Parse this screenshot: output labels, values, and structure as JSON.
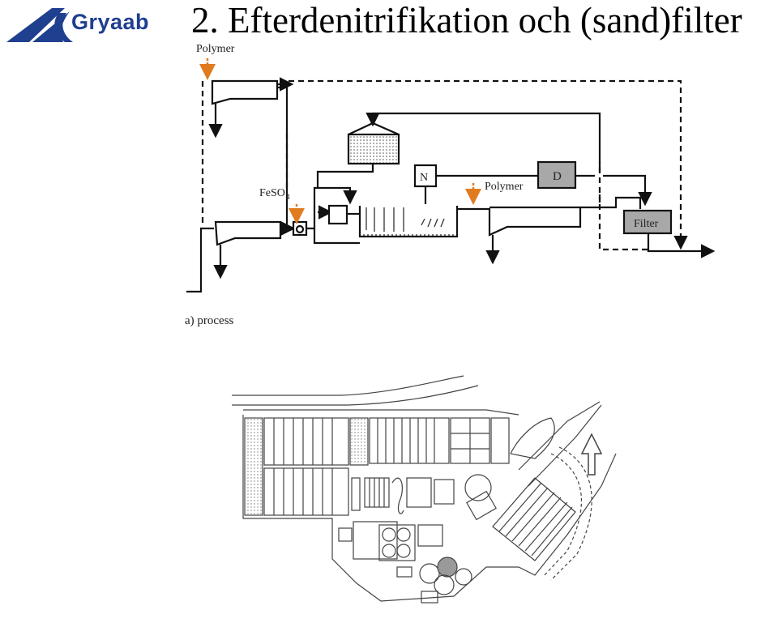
{
  "header": {
    "logo_text": "Gryaab",
    "title": "2. Efterdenitrifikation och (sand)filter"
  },
  "process_diagram": {
    "labels": {
      "polymer_top": "Polymer",
      "feso": "FeSO",
      "feso_sub": "4",
      "n_box": "N",
      "d_box": "D",
      "polymer_mid": "Polymer",
      "filter": "Filter",
      "caption": "a) process"
    }
  },
  "colors": {
    "brand_blue": "#1f3f8f",
    "arrow_orange": "#e07b20",
    "box_gray": "#a8a8a8"
  }
}
